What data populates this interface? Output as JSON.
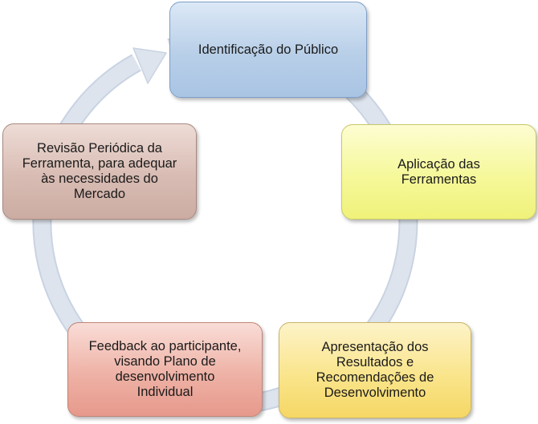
{
  "colors": {
    "ring": "#dde4ee",
    "ring_edge": "#c9d3e2"
  },
  "nodes": [
    {
      "label": "Identificação do Público"
    },
    {
      "label": "Aplicação das\nFerramentas"
    },
    {
      "label": "Apresentação dos\nResultados  e\nRecomendações de\nDesenvolvimento"
    },
    {
      "label": "Feedback ao participante,\nvisando Plano de\ndesenvolvimento\nIndividual"
    },
    {
      "label": "Revisão Periódica da\nFerramenta, para adequar\nàs necessidades do\nMercado"
    }
  ]
}
